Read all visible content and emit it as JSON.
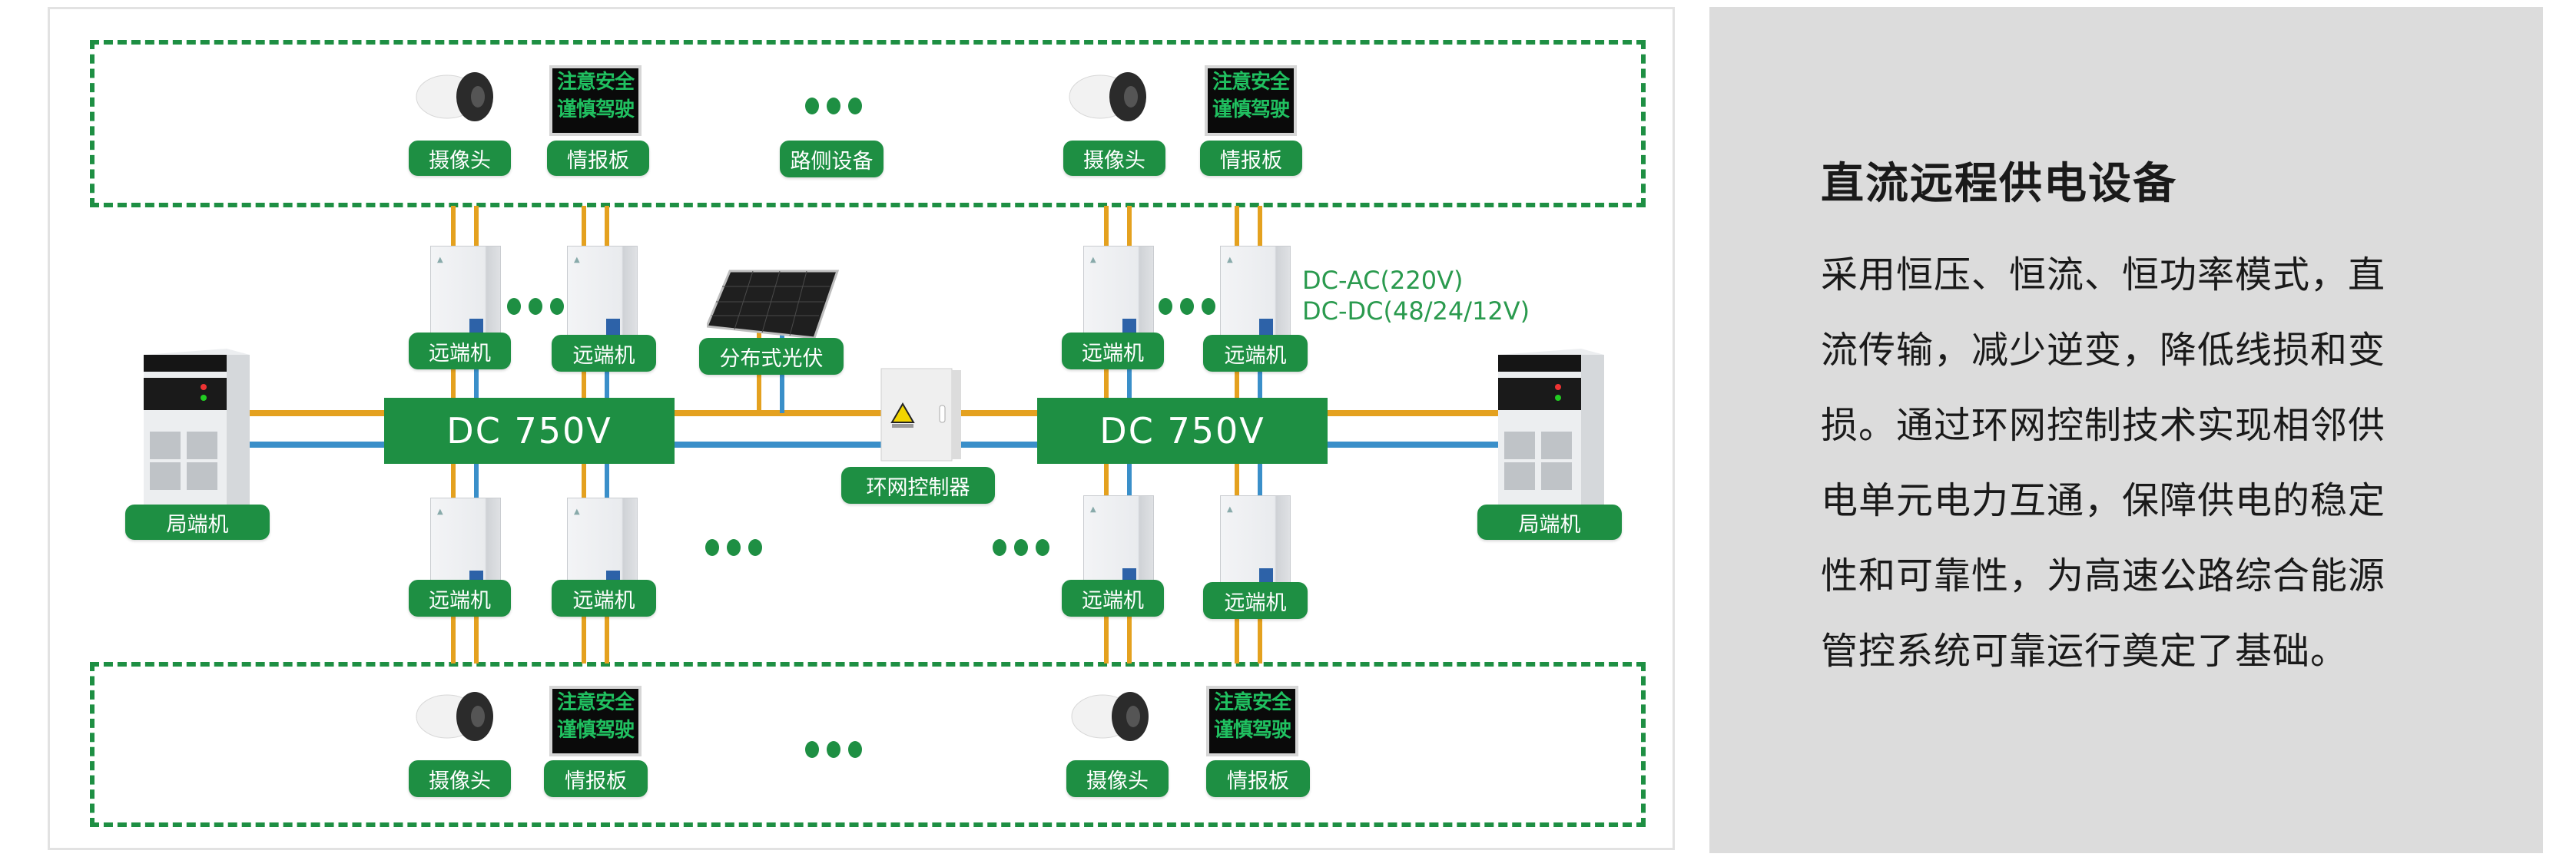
{
  "diagram": {
    "colors": {
      "brand_green": "#1e8f43",
      "positive_line": "#e4a11f",
      "negative_line": "#3a8fc9",
      "panel_bg": "#dcdcdc"
    },
    "top_devices": {
      "camera_left": "摄像头",
      "board_left": "情报板",
      "roadside": "路侧设备",
      "camera_right": "摄像头",
      "board_right": "情报板",
      "board_text_line1": "注意安全",
      "board_text_line2": "谨慎驾驶"
    },
    "bottom_devices": {
      "camera_left": "摄像头",
      "board_left": "情报板",
      "camera_right": "摄像头",
      "board_right": "情报板"
    },
    "remote_unit_label": "远端机",
    "bus_left": "DC 750V",
    "bus_right": "DC 750V",
    "solar_label": "分布式光伏",
    "ring_controller_label": "环网控制器",
    "central_unit_left": "局端机",
    "central_unit_right": "局端机",
    "output_note_line1": "DC-AC(220V)",
    "output_note_line2": "DC-DC(48/24/12V)"
  },
  "panel": {
    "title": "直流远程供电设备",
    "body_lines": [
      "采用恒压、恒流、恒功率模式，直",
      "流传输，减少逆变，降低线损和变",
      "损。通过环网控制技术实现相邻供",
      "电单元电力互通，保障供电的稳定",
      "性和可靠性，为高速公路综合能源",
      "管控系统可靠运行奠定了基础。"
    ]
  }
}
